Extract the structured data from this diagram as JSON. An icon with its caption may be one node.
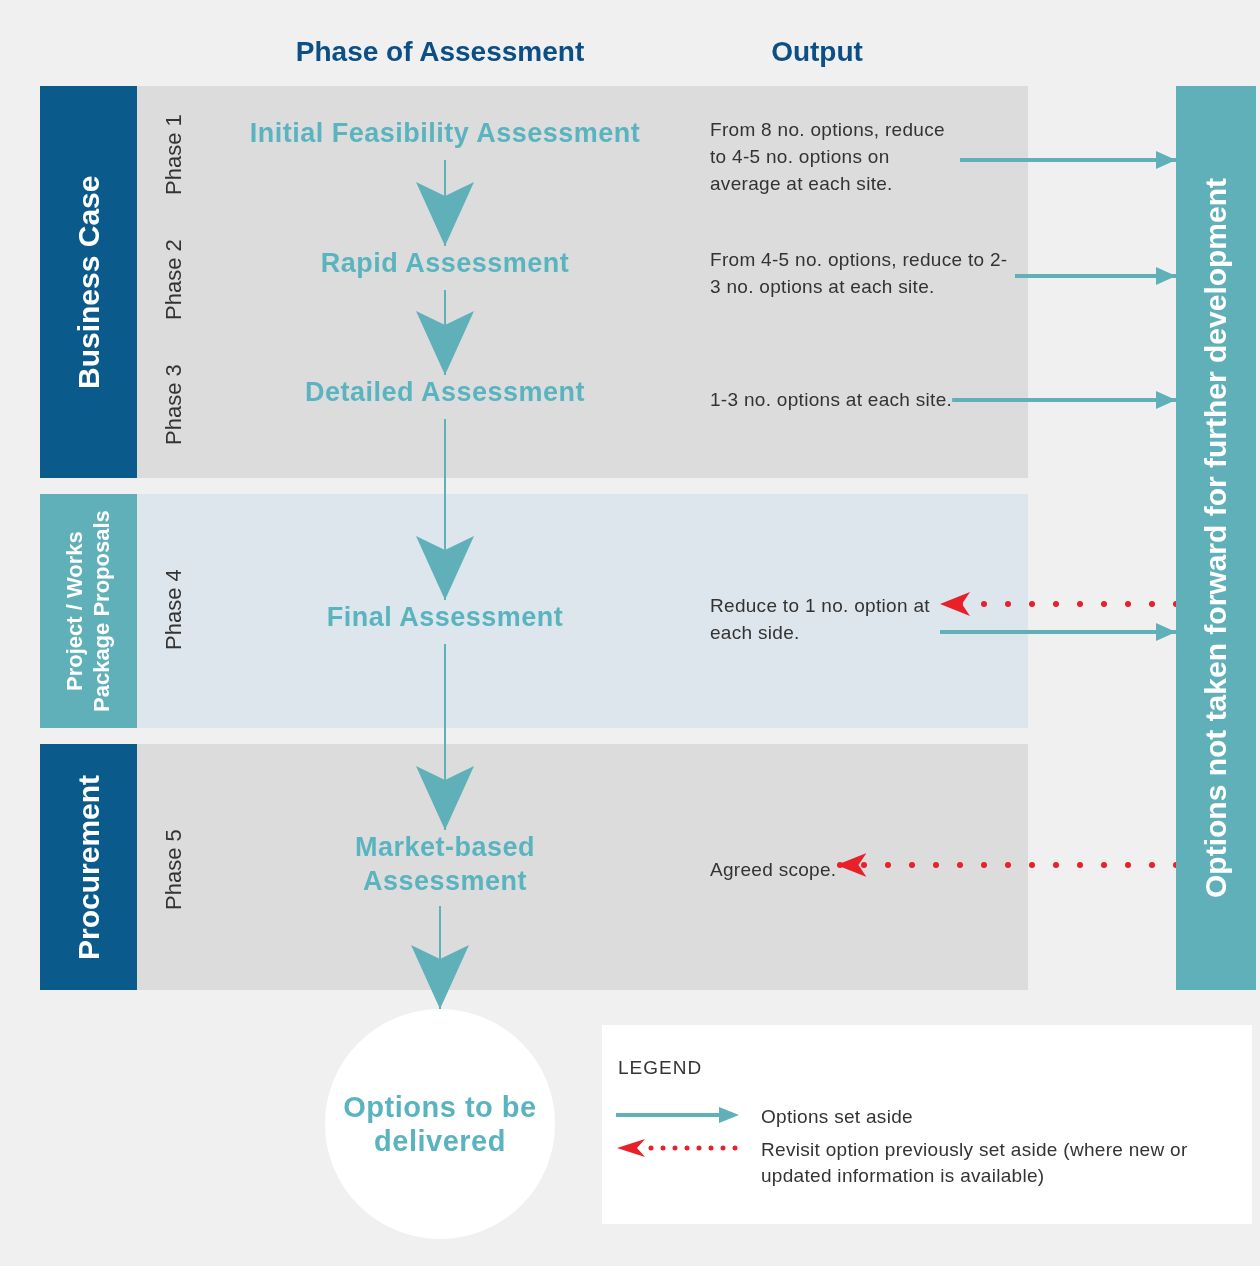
{
  "diagram": {
    "nodes": [
      {
        "text": [
          "Business Case"
        ]
      },
      {
        "text": [
          "Initial Feasibility Assessment"
        ]
      },
      {
        "text": [
          "From 8 no. options, reduce to 4-5 no. options on average at each site."
        ]
      },
      {
        "text": [
          "Options not taken forward for further development"
        ]
      },
      {
        "text": [
          "Rapid Assessment"
        ]
      },
      {
        "text": [
          "From 4-5 no. options, reduce to 2-3 no. options at each site."
        ]
      },
      {
        "text": [
          "Detailed Assessment"
        ]
      },
      {
        "text": [
          "1-3 no. options at each site."
        ]
      },
      {
        "text": [
          "Project / Works Package Proposals"
        ]
      },
      {
        "text": [
          "Final Assessment"
        ]
      },
      {
        "text": [
          "Reduce to 1 no. option at each side."
        ]
      },
      {
        "text": [
          "Procurement"
        ]
      },
      {
        "text": [
          "Market-based Assessment"
        ]
      },
      {
        "text": [
          "Agreed scope."
        ]
      },
      {
        "text": [
          "Options to be delivered"
        ]
      }
    ],
    "edges": [
      {
        "from": 1,
        "to": 4,
        "arrow": "to"
      },
      {
        "from": 2,
        "to": 3,
        "arrow": "to"
      },
      {
        "from": 4,
        "to": 6,
        "arrow": "to"
      },
      {
        "from": 5,
        "to": 3,
        "arrow": "to"
      },
      {
        "from": 7,
        "to": 3,
        "arrow": "to"
      },
      {
        "from": 6,
        "to": 9,
        "arrow": "to"
      },
      {
        "from": 3,
        "to": 10,
        "arrow": "to",
        "style": "dashed",
        "color": "#e8202a"
      },
      {
        "from": 10,
        "to": 3,
        "arrow": "to"
      },
      {
        "from": 9,
        "to": 12,
        "arrow": "to"
      },
      {
        "from": 3,
        "to": 13,
        "arrow": "to",
        "style": "dashed",
        "color": "#e8202a"
      },
      {
        "from": 12,
        "to": 14,
        "arrow": "to"
      }
    ],
    "labels": [
      "Phase of Assessment",
      "Output",
      "Phase 1",
      "Phase 2",
      "Phase 3",
      "Phase 4",
      "Phase 5",
      "LEGEND"
    ],
    "legend": [
      {
        "text": "Options set aside"
      },
      {
        "text": "Revisit option previously set aside (where new or updated information is available)"
      }
    ]
  }
}
